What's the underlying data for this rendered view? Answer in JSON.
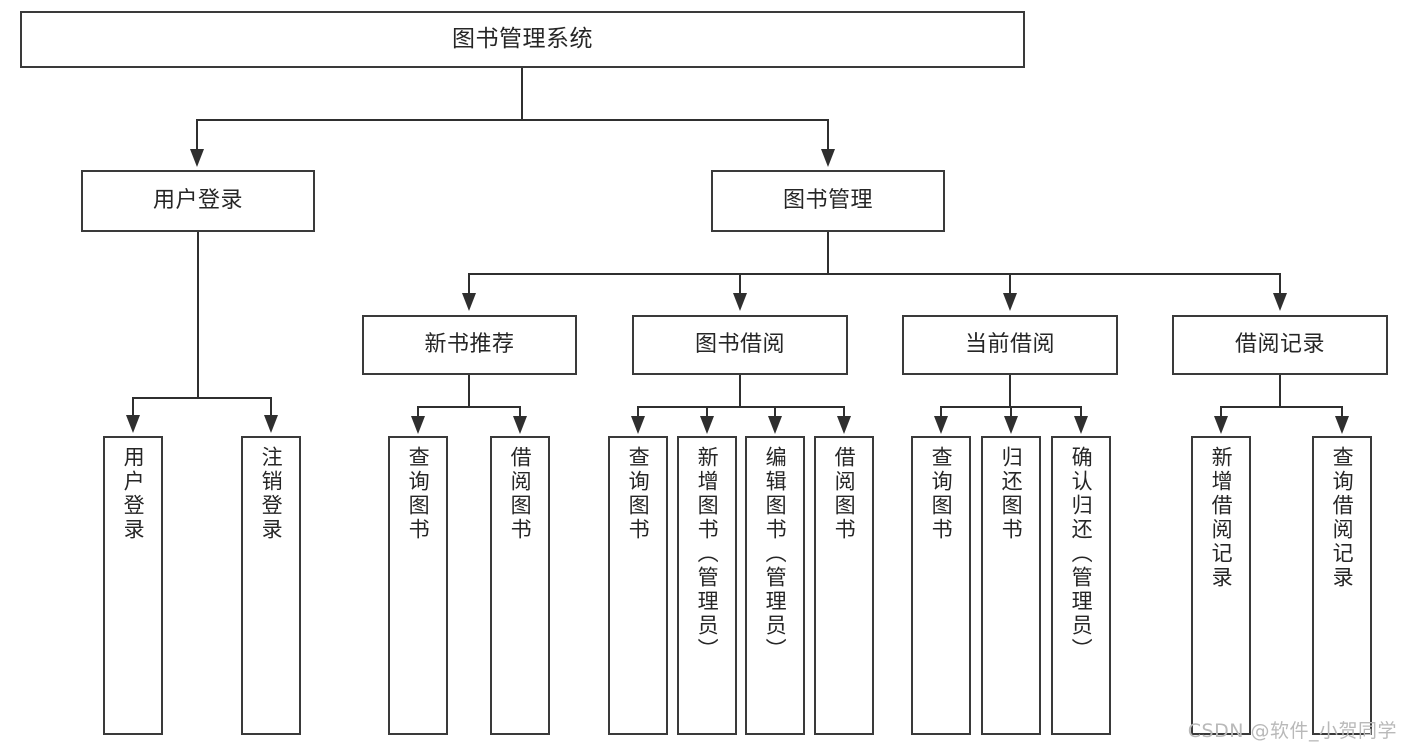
{
  "diagram": {
    "title": "图书管理系统",
    "watermark": "CSDN @软件_小贺同学",
    "colors": {
      "box_border": "#3a3a3a",
      "connector": "#2f2f2f",
      "text": "#262626",
      "background": "#ffffff",
      "watermark": "#b9b9b9"
    }
  },
  "nodes": {
    "root": {
      "label": "图书管理系统"
    },
    "level2": [
      {
        "label": "用户登录"
      },
      {
        "label": "图书管理"
      }
    ],
    "level3": [
      {
        "label": "新书推荐"
      },
      {
        "label": "图书借阅"
      },
      {
        "label": "当前借阅"
      },
      {
        "label": "借阅记录"
      }
    ],
    "leaves": {
      "user_login": [
        {
          "label": "用户登录"
        },
        {
          "label": "注销登录"
        }
      ],
      "new_book_recommend": [
        {
          "label": "查询图书"
        },
        {
          "label": "借阅图书"
        }
      ],
      "book_borrow": [
        {
          "label": "查询图书"
        },
        {
          "label": "新增图书（管理员）"
        },
        {
          "label": "编辑图书（管理员）"
        },
        {
          "label": "借阅图书"
        }
      ],
      "current_borrow": [
        {
          "label": "查询图书"
        },
        {
          "label": "归还图书"
        },
        {
          "label": "确认归还（管理员）"
        }
      ],
      "borrow_record": [
        {
          "label": "新增借阅记录"
        },
        {
          "label": "查询借阅记录"
        }
      ]
    }
  }
}
